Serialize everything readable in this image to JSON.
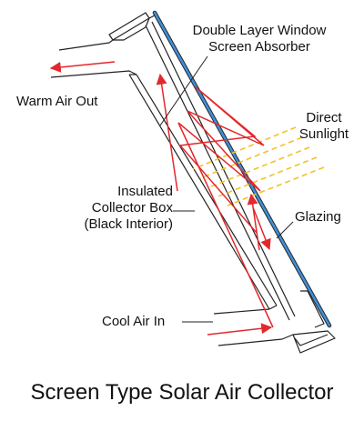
{
  "labels": {
    "screen_absorber": [
      "Double Layer Window",
      "Screen Absorber"
    ],
    "warm_air_out": "Warm Air Out",
    "direct_sunlight": [
      "Direct",
      "Sunlight"
    ],
    "insulated_box": [
      "Insulated",
      "Collector Box",
      "(Black Interior)"
    ],
    "glazing": "Glazing",
    "cool_air_in": "Cool Air In"
  },
  "caption": "Screen Type Solar Air Collector",
  "colors": {
    "outline": "#222222",
    "glazing": "#3f8fd8",
    "airflow": "#e3282c",
    "sunlight": "#f2c12a"
  }
}
